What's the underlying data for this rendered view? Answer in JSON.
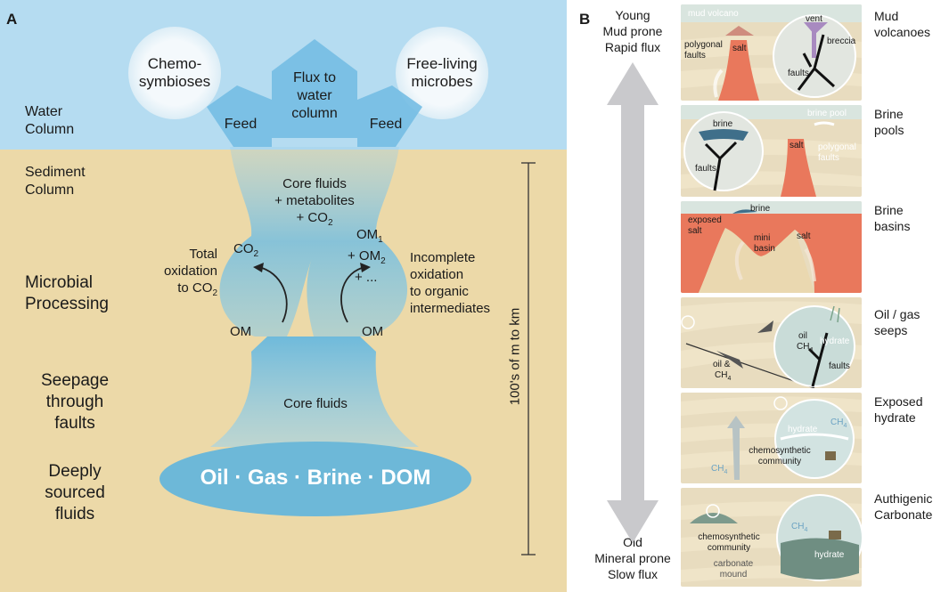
{
  "panel_a": {
    "letter": "A",
    "zones": {
      "water_column": "Water\nColumn",
      "sediment_column": "Sediment\nColumn",
      "microbial_processing": "Microbial\nProcessing",
      "seepage": "Seepage\nthrough\nfaults",
      "deeply_sourced": "Deeply\nsourced\nfluids"
    },
    "circles": {
      "chemosymbioses": "Chemo-\nsymbioses",
      "free_living": "Free-living\nmicrobes"
    },
    "arrows": {
      "flux": "Flux to\nwater\ncolumn",
      "feed_left": "Feed",
      "feed_right": "Feed"
    },
    "plume": {
      "core_fluids_top_1": "Core fluids",
      "core_fluids_top_2": "+ metabolites",
      "core_fluids_top_3": "+ CO",
      "core_fluids_top_sub": "2",
      "core_fluids_lower": "Core fluids"
    },
    "cycle_left": {
      "product": "CO",
      "product_sub": "2",
      "substrate": "OM",
      "description_1": "Total",
      "description_2": "oxidation",
      "description_3": "to CO",
      "description_sub": "2"
    },
    "cycle_right": {
      "product_1": "OM",
      "product_1_sub": "1",
      "product_2": "+ OM",
      "product_2_sub": "2",
      "product_3": "+ ...",
      "substrate": "OM",
      "description": "Incomplete\noxidation\nto organic\nintermediates"
    },
    "source_ellipse": "Oil · Gas · Brine · DOM",
    "scale_label": "100's of m to km",
    "colors": {
      "water": "#b5dcf1",
      "sediment": "#ecd9a8",
      "plume": "#7cc0dd",
      "ellipse": "#6db8d8",
      "circle": "#eaf4fa"
    }
  },
  "panel_b": {
    "letter": "B",
    "gradient_top": "Young\nMud prone\nRapid flux",
    "gradient_bottom": "Old\nMineral prone\nSlow flux",
    "tiles": [
      {
        "title": "Mud\nvolcanoes",
        "annotations": {
          "a": "mud volcano",
          "b": "polygonal\nfaults",
          "c": "salt",
          "d": "vent",
          "e": "breccia",
          "f": "faults"
        }
      },
      {
        "title": "Brine\npools",
        "annotations": {
          "a": "brine",
          "b": "brine pool",
          "c": "faults",
          "d": "salt",
          "e": "polygonal\nfaults"
        }
      },
      {
        "title": "Brine\nbasins",
        "annotations": {
          "a": "brine",
          "b": "exposed\nsalt",
          "c": "mini\nbasin",
          "d": "salt"
        }
      },
      {
        "title": "Oil / gas\nseeps",
        "annotations": {
          "a": "oil",
          "b": "CH",
          "b_sub": "4",
          "c": "hydrate",
          "d": "faults",
          "e": "oil &",
          "f": "CH",
          "f_sub": "4"
        }
      },
      {
        "title": "Exposed\nhydrate",
        "annotations": {
          "a": "CH",
          "a_sub": "4",
          "b": "hydrate",
          "c": "chemosynthetic\ncommunity",
          "d": "CH",
          "d_sub": "4"
        }
      },
      {
        "title": "Authigenic\nCarbonate",
        "annotations": {
          "a": "CH",
          "a_sub": "4",
          "b": "chemosynthetic\ncommunity",
          "c": "hydrate",
          "d": "carbonate\nmound"
        }
      }
    ],
    "colors": {
      "arrow": "#c9c9cc",
      "salt": "#e9785c",
      "sediment": "#e8dcbf",
      "water": "#d3e6e4"
    }
  }
}
